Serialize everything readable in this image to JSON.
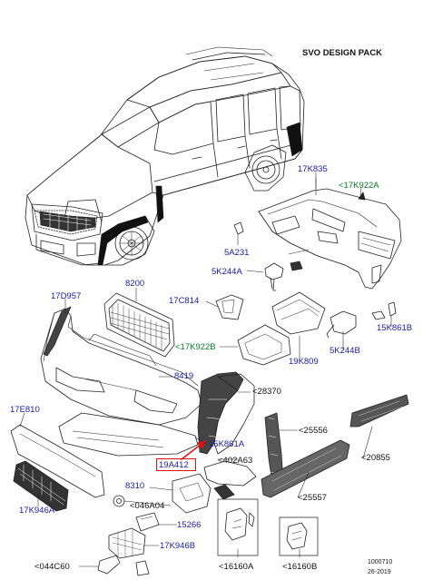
{
  "title": "SVO DESIGN PACK",
  "labels": {
    "l17K835": "17K835",
    "l17K922A": "<17K922A",
    "l5A231": "5A231",
    "l5K244A": "5K244A",
    "l17D957": "17D957",
    "l8200": "8200",
    "l17C814": "17C814",
    "l17K922B": "<17K922B",
    "l19K809": "19K809",
    "l5K244B": "5K244B",
    "l15K861B": "15K861B",
    "l8419": "8419",
    "l28370": "<28370",
    "l17E810": "17E810",
    "l25556": "<25556",
    "l15K861A": "15K861A",
    "l402A63": "<402A63",
    "l20855": "<20855",
    "l19A412": "19A412",
    "l8310": "8310",
    "l25557": "<25557",
    "l17K946A": "17K946A",
    "l046A04": "<046A04",
    "l15266": "15266",
    "l17K946B": "17K946B",
    "l044C60": "<044C60",
    "l16160A": "<16160A",
    "l16160B": "<16160B"
  },
  "footer": {
    "code": "1000710",
    "date": "26-2019"
  },
  "colors": {
    "part_label": "#1a1aa6",
    "sub_label": "#0a7a2a",
    "highlight": "#e01010",
    "line": "#222222"
  }
}
